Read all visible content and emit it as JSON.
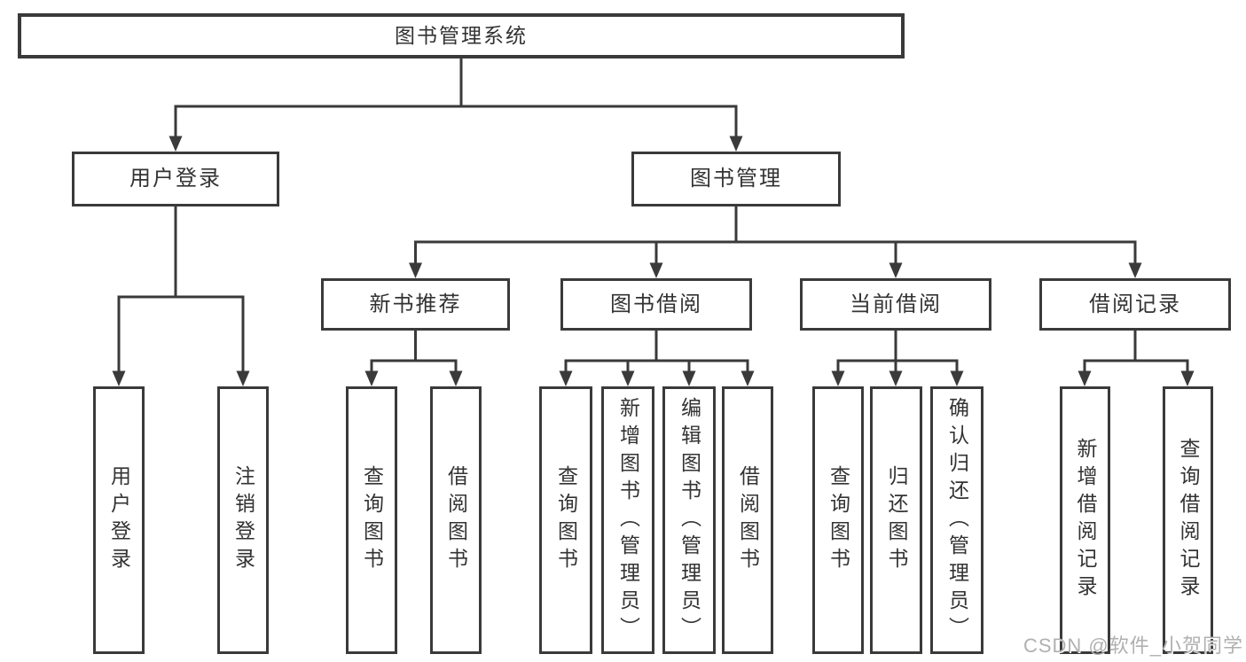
{
  "colors": {
    "line": "#3a3a3a",
    "text": "#333333",
    "background": "#ffffff",
    "watermark": "#b0b0b0"
  },
  "tree": {
    "label": "图书管理系统",
    "children": [
      {
        "label": "用户登录",
        "children": [
          {
            "label": "用户登录"
          },
          {
            "label": "注销登录"
          }
        ]
      },
      {
        "label": "图书管理",
        "children": [
          {
            "label": "新书推荐",
            "children": [
              {
                "label": "查询图书"
              },
              {
                "label": "借阅图书"
              }
            ]
          },
          {
            "label": "图书借阅",
            "children": [
              {
                "label": "查询图书"
              },
              {
                "label": "新增图书（管理员）"
              },
              {
                "label": "编辑图书（管理员）"
              },
              {
                "label": "借阅图书"
              }
            ]
          },
          {
            "label": "当前借阅",
            "children": [
              {
                "label": "查询图书"
              },
              {
                "label": "归还图书"
              },
              {
                "label": "确认归还（管理员）"
              }
            ]
          },
          {
            "label": "借阅记录",
            "children": [
              {
                "label": "新增借阅记录"
              },
              {
                "label": "查询借阅记录"
              }
            ]
          }
        ]
      }
    ]
  },
  "watermark": {
    "text": "CSDN @软件_小贺同学"
  }
}
